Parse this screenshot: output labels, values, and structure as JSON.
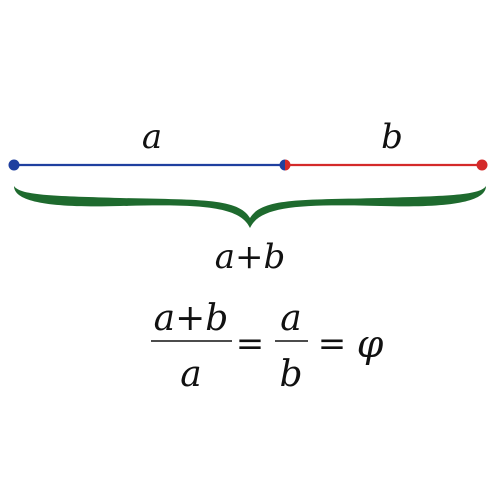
{
  "segment_a_label": "a",
  "segment_b_label": "b",
  "brace_label": "a+b",
  "equation": {
    "frac1_numerator": "a+b",
    "frac1_denominator": "a",
    "equals_1": "=",
    "frac2_numerator": "a",
    "frac2_denominator": "b",
    "equals_2": "=",
    "result": "φ"
  },
  "colors": {
    "segment_a": "#1f3f9f",
    "segment_b": "#d42a2a",
    "brace": "#1e6a2e",
    "text": "#111111"
  }
}
